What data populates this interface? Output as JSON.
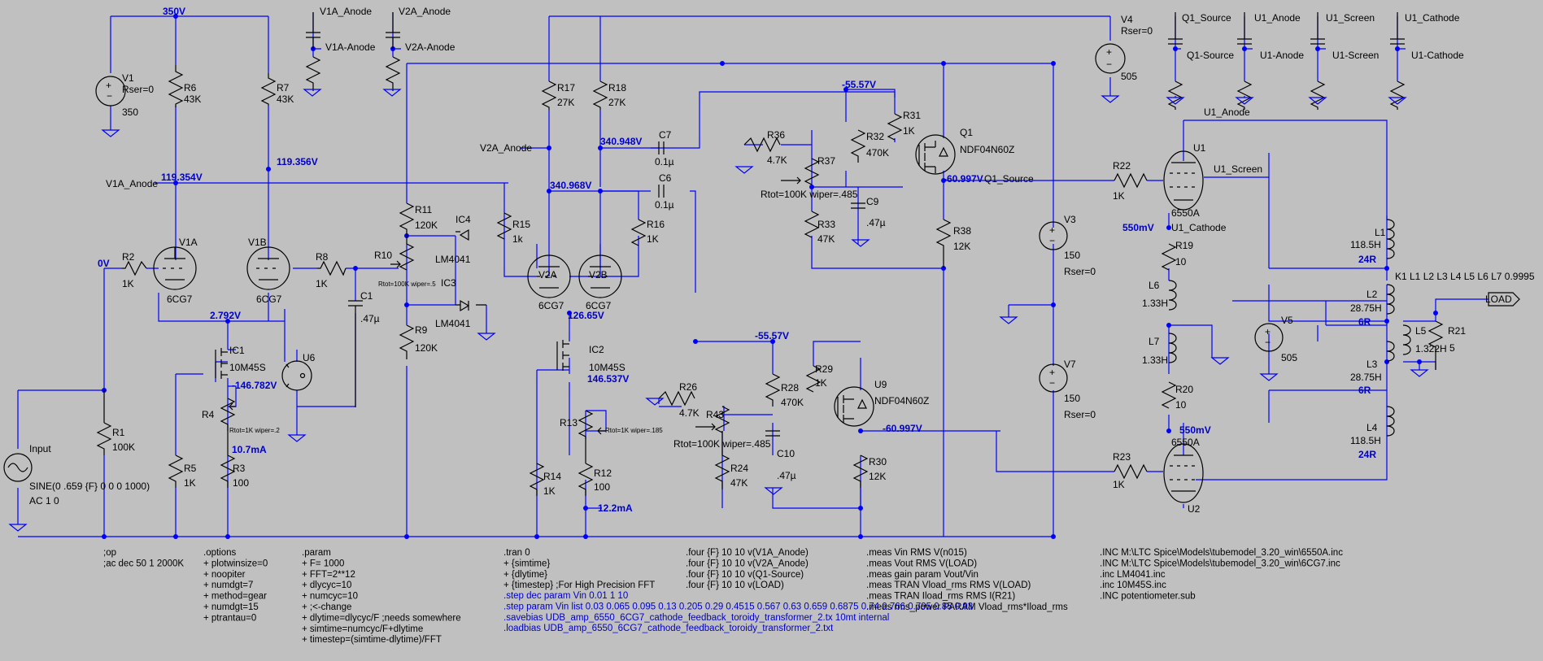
{
  "supply_labels": {
    "top": "350V"
  },
  "components": {
    "V1": {
      "name": "V1",
      "rser": "Rser=0",
      "value": "350"
    },
    "V4": {
      "name": "V4",
      "rser": "Rser=0",
      "value": "505"
    },
    "V3": {
      "name": "V3",
      "value": "150",
      "rser": "Rser=0"
    },
    "V7": {
      "name": "V7",
      "value": "150",
      "rser": "Rser=0"
    },
    "V5": {
      "name": "V5",
      "value": "505"
    },
    "Input": {
      "name": "Input",
      "value": "SINE(0 .659 {F} 0 0 0 1000)",
      "ac": "AC 1 0"
    },
    "R1": {
      "name": "R1",
      "value": "100K"
    },
    "R2": {
      "name": "R2",
      "value": "1K"
    },
    "R3": {
      "name": "R3",
      "value": "100"
    },
    "R4": {
      "name": "R4",
      "value": "Rtot=1K wiper=.2"
    },
    "R5": {
      "name": "R5",
      "value": "1K"
    },
    "R6": {
      "name": "R6",
      "value": "43K"
    },
    "R7": {
      "name": "R7",
      "value": "43K"
    },
    "R8": {
      "name": "R8",
      "value": "1K"
    },
    "R9": {
      "name": "R9",
      "value": "120K"
    },
    "R10": {
      "name": "R10",
      "value": "Rtot=100K wiper=.5"
    },
    "R11": {
      "name": "R11",
      "value": "120K"
    },
    "R12": {
      "name": "R12",
      "value": "100"
    },
    "R13": {
      "name": "R13",
      "value": "Rtot=1K wiper=.185"
    },
    "R14": {
      "name": "R14",
      "value": "1K"
    },
    "R15": {
      "name": "R15",
      "value": "1k"
    },
    "R16": {
      "name": "R16",
      "value": "1K"
    },
    "R17": {
      "name": "R17",
      "value": "27K"
    },
    "R18": {
      "name": "R18",
      "value": "27K"
    },
    "R19": {
      "name": "R19",
      "value": "10"
    },
    "R20": {
      "name": "R20",
      "value": "10"
    },
    "R21": {
      "name": "R21",
      "value": "5"
    },
    "R22": {
      "name": "R22",
      "value": "1K"
    },
    "R23": {
      "name": "R23",
      "value": "1K"
    },
    "R24": {
      "name": "R24",
      "value": "47K"
    },
    "R26": {
      "name": "R26",
      "value": "4.7K"
    },
    "R28": {
      "name": "R28",
      "value": "470K"
    },
    "R29": {
      "name": "R29",
      "value": "1K"
    },
    "R30": {
      "name": "R30",
      "value": "12K"
    },
    "R31": {
      "name": "R31",
      "value": "1K"
    },
    "R32": {
      "name": "R32",
      "value": "470K"
    },
    "R33": {
      "name": "R33",
      "value": "47K"
    },
    "R36": {
      "name": "R36",
      "value": "4.7K"
    },
    "R37": {
      "name": "R37",
      "value": "Rtot=100K wiper=.485"
    },
    "R38": {
      "name": "R38",
      "value": "12K"
    },
    "R43": {
      "name": "R43",
      "value": "Rtot=100K wiper=.485"
    },
    "C1": {
      "name": "C1",
      "value": ".47µ"
    },
    "C6": {
      "name": "C6",
      "value": "0.1µ"
    },
    "C7": {
      "name": "C7",
      "value": "0.1µ"
    },
    "C9": {
      "name": "C9",
      "value": ".47µ"
    },
    "C10": {
      "name": "C10",
      "value": ".47µ"
    },
    "V1A": {
      "name": "V1A",
      "value": "6CG7"
    },
    "V1B": {
      "name": "V1B",
      "value": "6CG7"
    },
    "V2A": {
      "name": "V2A",
      "value": "6CG7"
    },
    "V2B": {
      "name": "V2B",
      "value": "6CG7"
    },
    "U1": {
      "name": "U1",
      "value": "6550A"
    },
    "U2": {
      "name": "U2",
      "value": "6550A"
    },
    "U6": {
      "name": "U6"
    },
    "IC1": {
      "name": "IC1",
      "value": "10M45S"
    },
    "IC2": {
      "name": "IC2",
      "value": "10M45S"
    },
    "IC3": {
      "name": "IC3",
      "value": "LM4041"
    },
    "IC4": {
      "name": "IC4",
      "value": "LM4041"
    },
    "Q1": {
      "name": "Q1",
      "value": "NDF04N60Z"
    },
    "U9": {
      "name": "U9",
      "value": "NDF04N60Z"
    },
    "L1": {
      "name": "L1",
      "value": "118.5H",
      "r": "24R"
    },
    "L2": {
      "name": "L2",
      "value": "28.75H",
      "r": "6R"
    },
    "L3": {
      "name": "L3",
      "value": "28.75H",
      "r": "6R"
    },
    "L4": {
      "name": "L4",
      "value": "118.5H",
      "r": "24R"
    },
    "L5": {
      "name": "L5",
      "value": "1.322H"
    },
    "L6": {
      "name": "L6",
      "value": "1.33H"
    },
    "L7": {
      "name": "L7",
      "value": "1.33H"
    },
    "K1": {
      "value": "K1 L1 L2 L3 L4 L5 L6 L7 0.9995"
    }
  },
  "nets": {
    "v1a_anode": "V1A_Anode",
    "v1a_anode_probe": "V1A-Anode",
    "v2a_anode": "V2A_Anode",
    "v2a_anode_probe": "V2A-Anode",
    "q1_source": "Q1_Source",
    "q1_source_probe": "Q1-Source",
    "u1_anode": "U1_Anode",
    "u1_anode_probe": "U1-Anode",
    "u1_screen": "U1_Screen",
    "u1_screen_probe": "U1-Screen",
    "u1_cathode": "U1_Cathode",
    "u1_cathode_probe": "U1-Cathode",
    "load": "LOAD"
  },
  "voltages": {
    "v0": "0V",
    "v119_354": "119.354V",
    "v119_356": "119.356V",
    "v2_792": "2.792V",
    "vm146_782": "-146.782V",
    "i10_7": "10.7mA",
    "v340_948": "340.948V",
    "v340_968": "340.968V",
    "v126_65": "126.65V",
    "v146_537": "146.537V",
    "i12_2": "12.2mA",
    "vm55_57a": "-55.57V",
    "vm55_57b": "-55.57V",
    "vm60_997a": "-60.997V",
    "vm60_997b": "-60.997V",
    "v550a": "550mV",
    "v550b": "550mV"
  },
  "directives": {
    "col1": [
      ";op",
      ";ac dec 50 1 2000K"
    ],
    "col2": [
      ".options",
      "+ plotwinsize=0",
      "+ noopiter",
      "+ numdgt=7",
      "+ method=gear",
      "+ numdgt=15",
      "+ ptrantau=0"
    ],
    "col3": [
      ".param",
      "+ F= 1000",
      "+ FFT=2**12",
      "+ dlycyc=10",
      "+ numcyc=10",
      "+ ;<-change",
      "+ dlytime=dlycyc/F ;needs somewhere",
      "+ simtime=numcyc/F+dlytime",
      "+ timestep=(simtime-dlytime)/FFT"
    ],
    "col4": [
      ".tran 0",
      "+ {simtime}",
      "+ {dlytime}",
      "+ {timestep} ;For High Precision FFT"
    ],
    "col5": [
      ".four {F} 10 10 v(V1A_Anode)",
      ".four {F} 10 10 v(V2A_Anode)",
      ".four {F} 10 10 v(Q1-Source)",
      ".four {F} 10 10 v(LOAD)"
    ],
    "col6": [
      ".meas Vin RMS V(n015)",
      ".meas Vout RMS V(LOAD)",
      ".meas gain param Vout/Vin",
      ".meas TRAN Vload_rms RMS V(LOAD)",
      ".meas TRAN Iload_rms RMS I(R21)",
      ".meas rms_power PARAM Vload_rms*Iload_rms"
    ],
    "col7": [
      ".INC M:\\LTC Spice\\Models\\tubemodel_3.20_win\\6550A.inc",
      ".INC M:\\LTC Spice\\Models\\tubemodel_3.20_win\\6CG7.inc",
      ".inc LM4041.inc",
      ".inc 10M45S.inc",
      ".INC potentiometer.sub"
    ],
    "step": [
      ".step dec param Vin 0.01 1 10",
      ".step param Vin list 0.03 0.065 0.095 0.13 0.205 0.29 0.4515 0.567 0.63 0.659 0.6875 0.74 0.766 0.795 0.85 0.93",
      ".savebias UDB_amp_6550_6CG7_cathode_feedback_toroidy_transformer_2.tx 10mt internal",
      ".loadbias UDB_amp_6550_6CG7_cathode_feedback_toroidy_transformer_2.txt"
    ]
  }
}
